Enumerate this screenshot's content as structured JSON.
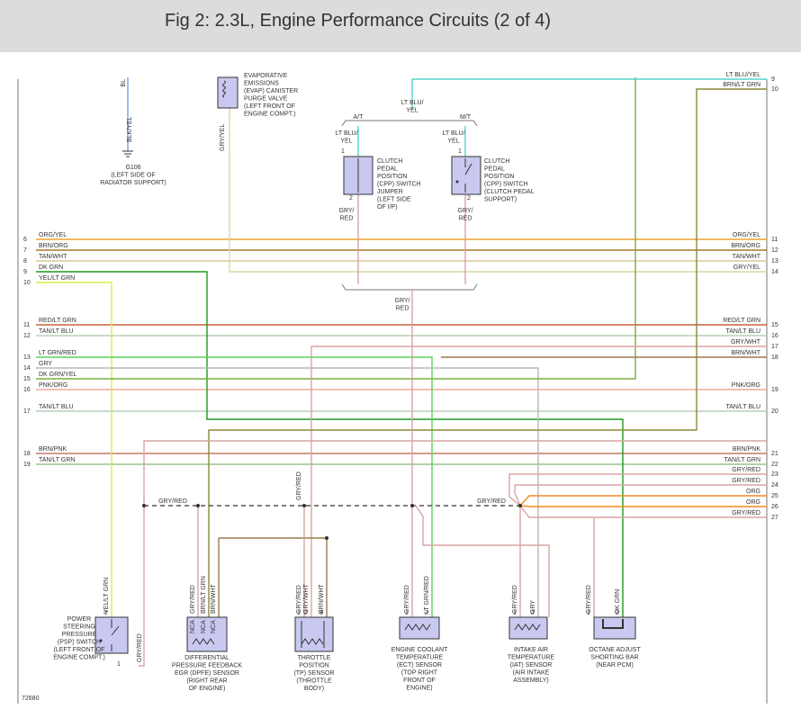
{
  "title": "Fig 2: 2.3L, Engine Performance Circuits (2 of 4)",
  "figure_id": "72680",
  "colors": {
    "org_yel": "#f0a030",
    "brn_org": "#a8782c",
    "tan_wht": "#d8c89a",
    "dk_grn": "#1e9a1e",
    "yel_lt_grn": "#d8ee44",
    "red_lt_grn": "#c8603c",
    "tan_lt_blu": "#b9cfb8",
    "lt_grn_red": "#5ad45a",
    "gry": "#b8b8b8",
    "dk_grn_yel": "#7cae3c",
    "pnk_org": "#eeaa9a",
    "brn_pnk": "#c07a6a",
    "gry_red": "#d8a4a4",
    "gry_yel": "#d8d8a8",
    "lt_blu_yel": "#56d4cc",
    "brn_lt_grn": "#8a8a3a",
    "org": "#f08a20",
    "brn_wht": "#9a7a4a",
    "lt_blu": "#88ccee",
    "component_fill": "#c8c8f0",
    "text": "#333333"
  },
  "top": {
    "bl": "BL",
    "blk_yel": "BLK/YEL",
    "g106": [
      "G106",
      "(LEFT SIDE OF",
      "RADIATOR SUPPORT)"
    ],
    "evap": [
      "EVAPORATIVE",
      "EMISSIONS",
      "(EVAP) CANISTER",
      "PURGE VALVE",
      "(LEFT FRONT OF",
      "ENGINE COMPT.)"
    ],
    "gry_yel": "GRY/YEL",
    "lt_blu_yel_top": [
      "LT BLU/",
      "YEL"
    ],
    "at": "A/T",
    "mt": "M/T",
    "lt_blu_yel": [
      "LT BLU/",
      "YEL"
    ],
    "pin1": "1",
    "pin2": "2",
    "cpp_jumper": [
      "CLUTCH",
      "PEDAL",
      "POSITION",
      "(CPP) SWITCH",
      "JUMPER",
      "(LEFT SIDE",
      "OF I/P)"
    ],
    "cpp_switch": [
      "CLUTCH",
      "PEDAL",
      "POSITION",
      "(CPP) SWITCH",
      "(CLUTCH PEDAL",
      "SUPPORT)"
    ],
    "gry_red": [
      "GRY/",
      "RED"
    ],
    "right_top": [
      {
        "num": "9",
        "label": "LT BLU/YEL"
      },
      {
        "num": "10",
        "label": "BRN/LT GRN"
      }
    ]
  },
  "left_wires": [
    {
      "num": "6",
      "label": "ORG/YEL"
    },
    {
      "num": "7",
      "label": "BRN/ORG"
    },
    {
      "num": "8",
      "label": "TAN/WHT"
    },
    {
      "num": "9",
      "label": "DK GRN"
    },
    {
      "num": "10",
      "label": "YEL/LT GRN"
    },
    {
      "num": "11",
      "label": "RED/LT GRN"
    },
    {
      "num": "12",
      "label": "TAN/LT BLU"
    },
    {
      "num": "13",
      "label": "LT GRN/RED"
    },
    {
      "num": "14",
      "label": "GRY"
    },
    {
      "num": "15",
      "label": "DK GRN/YEL"
    },
    {
      "num": "16",
      "label": "PNK/ORG"
    },
    {
      "num": "17",
      "label": "TAN/LT BLU"
    },
    {
      "num": "18",
      "label": "BRN/PNK"
    },
    {
      "num": "19",
      "label": "TAN/LT GRN"
    }
  ],
  "right_wires": [
    {
      "num": "11",
      "label": "ORG/YEL"
    },
    {
      "num": "12",
      "label": "BRN/ORG"
    },
    {
      "num": "13",
      "label": "TAN/WHT"
    },
    {
      "num": "14",
      "label": "GRY/YEL"
    },
    {
      "num": "15",
      "label": "RED/LT GRN"
    },
    {
      "num": "16",
      "label": "TAN/LT BLU"
    },
    {
      "num": "17",
      "label": "GRY/WHT"
    },
    {
      "num": "18",
      "label": "BRN/WHT"
    },
    {
      "num": "19",
      "label": "PNK/ORG"
    },
    {
      "num": "20",
      "label": "TAN/LT BLU"
    },
    {
      "num": "21",
      "label": "BRN/PNK"
    },
    {
      "num": "22",
      "label": "TAN/LT GRN"
    },
    {
      "num": "23",
      "label": "GRY/RED"
    },
    {
      "num": "24",
      "label": "GRY/RED"
    },
    {
      "num": "25",
      "label": "ORG"
    },
    {
      "num": "26",
      "label": "ORG"
    },
    {
      "num": "27",
      "label": "GRY/RED"
    }
  ],
  "mid": {
    "gry_red_center": [
      "GRY/",
      "RED"
    ],
    "gry_red_left": "GRY/RED",
    "gry_red_right": "GRY/RED",
    "gry_red_vertical": "GRY/RED"
  },
  "components": {
    "psp": {
      "wire_top": "YEL/LT GRN",
      "wire_bottom": "GRY/RED",
      "pin_top": "2",
      "pin_bottom": "1",
      "label": [
        "POWER",
        "STEERING",
        "PRESSURE",
        "(PSP) SWITCH",
        "(LEFT FRONT OF",
        "ENGINE COMPT.)"
      ]
    },
    "dpfe": {
      "wires": [
        "GRY/RED",
        "BRN/LT GRN",
        "BRN/WHT"
      ],
      "pins": [
        "NCA",
        "NCA",
        "NCA"
      ],
      "label": [
        "DIFFERENTIAL",
        "PRESSURE FEEDBACK",
        "EGR (DPFE) SENSOR",
        "(RIGHT REAR",
        "OF ENGINE)"
      ]
    },
    "tp": {
      "wires": [
        "GRY/RED",
        "GRY/WHT",
        "BRN/WHT"
      ],
      "pins": [
        "1",
        "2",
        "3"
      ],
      "label": [
        "THROTTLE",
        "POSITION",
        "(TP) SENSOR",
        "(THROTTLE",
        "BODY)"
      ]
    },
    "ect": {
      "wires": [
        "GRY/RED",
        "LT GRN/RED"
      ],
      "pins": [
        "1",
        "2"
      ],
      "label": [
        "ENGINE COOLANT",
        "TEMPERATURE",
        "(ECT) SENSOR",
        "(TOP RIGHT",
        "FRONT OF",
        "ENGINE)"
      ]
    },
    "iat": {
      "wires": [
        "GRY/RED",
        "GRY"
      ],
      "pins": [
        "1",
        "2"
      ],
      "label": [
        "INTAKE AIR",
        "TEMPERATURE",
        "(IAT) SENSOR",
        "(AIR INTAKE",
        "ASSEMBLY)"
      ]
    },
    "octane": {
      "wires": [
        "GRY/RED",
        "DK GRN"
      ],
      "pins": [
        "1",
        "2"
      ],
      "label": [
        "OCTANE ADJUST",
        "SHORTING BAR",
        "(NEAR PCM)"
      ]
    }
  }
}
